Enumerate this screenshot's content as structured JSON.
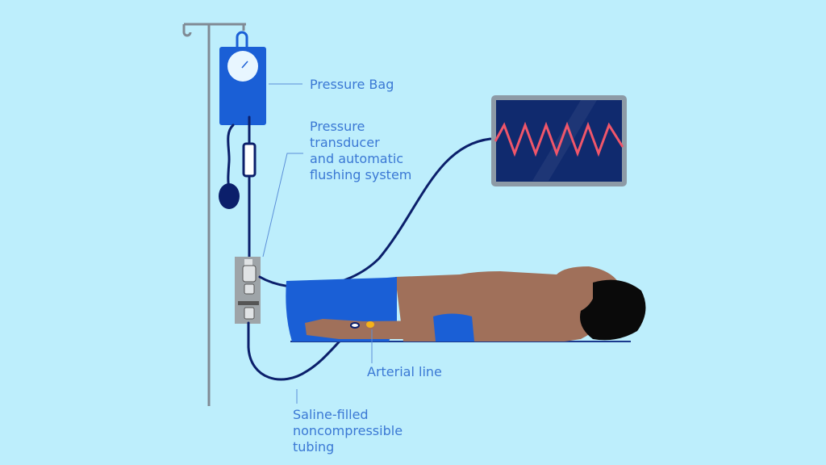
{
  "title": "Arterial line pressure monitoring setup",
  "colors": {
    "background": "#bdeefc",
    "label": "#3a78d4",
    "bag": "#1a5fd6",
    "tubing": "#0b1f6b",
    "waveform": "#f0566a",
    "monitor_screen": "#102a6e",
    "skin": "#a0705a"
  },
  "labels": {
    "pressure_bag": "Pressure Bag",
    "transducer": [
      "Pressure",
      "transducer",
      "and automatic",
      "flushing system"
    ],
    "arterial_line": "Arterial line",
    "tubing": [
      "Saline-filled",
      "noncompressible",
      "tubing"
    ]
  }
}
